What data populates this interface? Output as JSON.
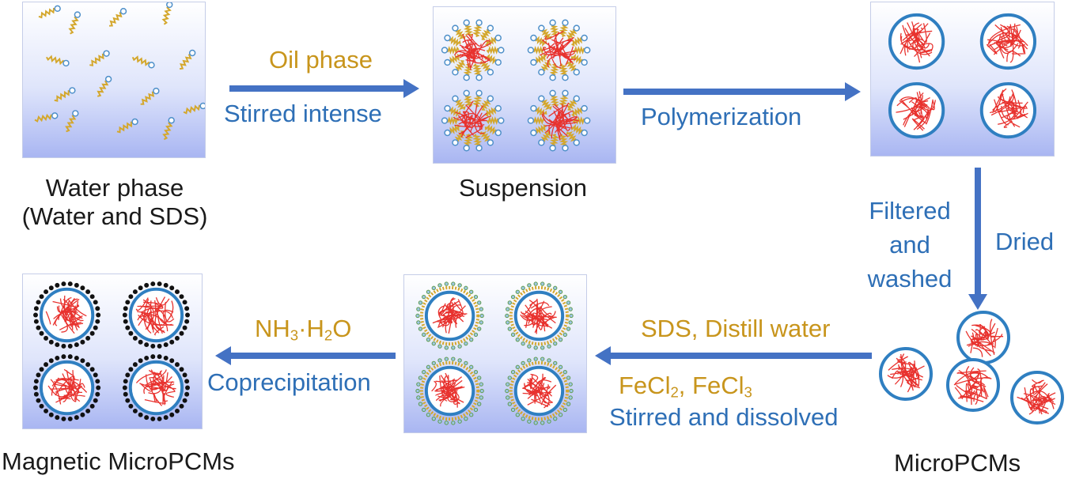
{
  "steps": {
    "water": {
      "label1": "Water phase",
      "label2": "(Water and SDS)"
    },
    "suspension": {
      "label": "Suspension"
    },
    "micropcms": {
      "label": "MicroPCMs"
    },
    "magnetic": {
      "label": "Magnetic MicroPCMs"
    }
  },
  "arrows": {
    "a1": {
      "top": "Oil phase",
      "bottom": "Stirred intense"
    },
    "a2": {
      "label": "Polymerization"
    },
    "a3": {
      "left1": "Filtered",
      "left2": "and",
      "left3": "washed",
      "right": "Dried"
    },
    "a4": {
      "top": "SDS, Distill water",
      "mid_fecl": "FeCl",
      "mid_sub1": "2",
      "mid_sep": ", FeCl",
      "mid_sub2": "3",
      "bottom": "Stirred and dissolved"
    },
    "a5": {
      "top_nh": "NH",
      "top_sub": "3",
      "top_rest": "·H",
      "top_sub2": "2",
      "top_o": "O",
      "bottom": "Coprecipitation"
    }
  },
  "colors": {
    "arrow": "#4472c4",
    "gold_text": "#c8951c",
    "blue_text": "#2e6fb6",
    "shell": "#2f7fc1",
    "core": "#e8322e",
    "surfactant_tail": "#d4a72c",
    "surfactant_head": "#4e8fc9",
    "fe3o4": "#111111"
  }
}
